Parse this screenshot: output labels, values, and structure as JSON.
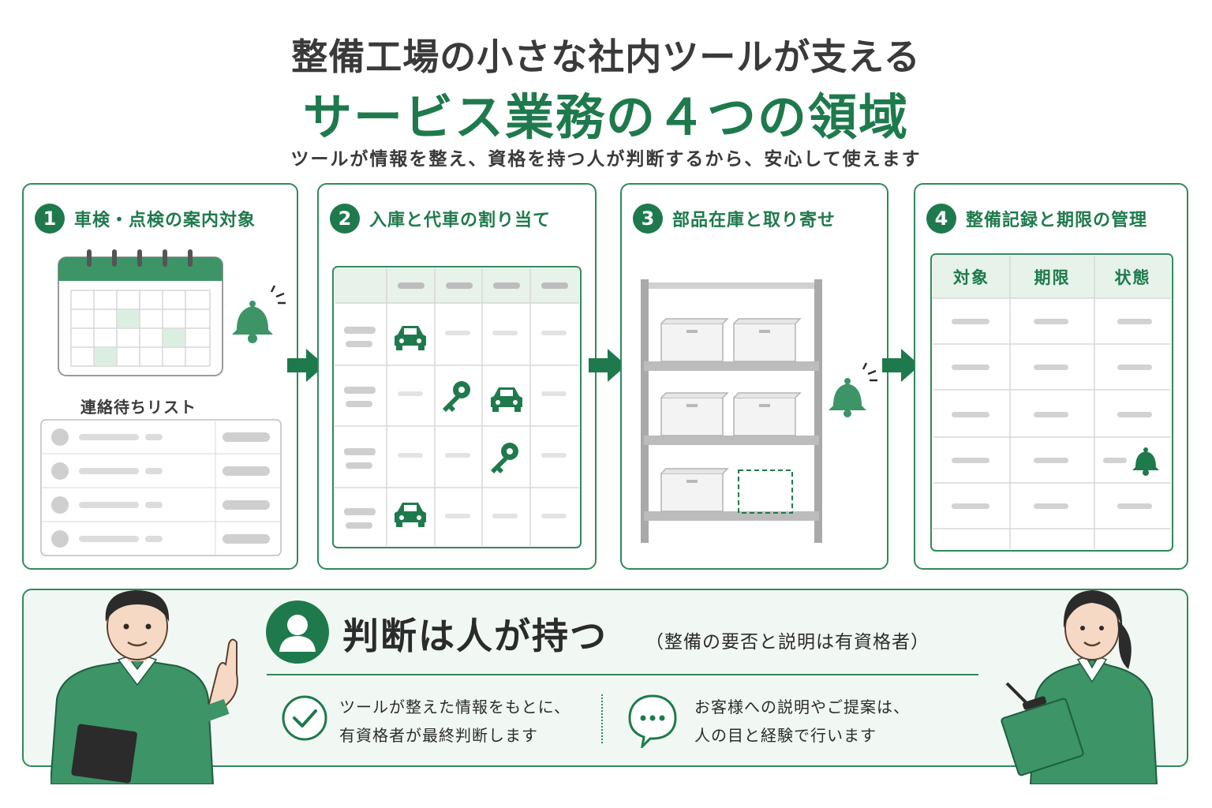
{
  "header": {
    "title_line1": "整備工場の小さな社内ツールが支える",
    "title_line2": "サービス業務の４つの領域",
    "subtitle": "ツールが情報を整え、資格を持つ人が判断するから、安心して使えます"
  },
  "panels": [
    {
      "number": "1",
      "title": "車検・点検の案内対象",
      "list_label": "連絡待ちリスト"
    },
    {
      "number": "2",
      "title": "入庫と代車の割り当て"
    },
    {
      "number": "3",
      "title": "部品在庫と取り寄せ"
    },
    {
      "number": "4",
      "title": "整備記録と期限の管理",
      "table_headers": [
        "対象",
        "期限",
        "状態"
      ]
    }
  ],
  "bottom": {
    "heading": "判断は人が持つ",
    "note": "（整備の要否と説明は有資格者）",
    "point1_line1": "ツールが整えた情報をもとに、",
    "point1_line2": "有資格者が最終判断します",
    "point2_line1": "お客様への説明やご提案は、",
    "point2_line2": "人の目と経験で行います"
  },
  "colors": {
    "accent": "#1e7a4c",
    "accent_light": "#e6f2ea",
    "border": "#2f8a5a"
  },
  "icons": [
    "calendar-icon",
    "bell-icon",
    "car-icon",
    "key-icon",
    "shelf-icon",
    "box-icon",
    "person-icon",
    "check-icon",
    "speech-bubble-icon",
    "arrow-right-icon"
  ]
}
